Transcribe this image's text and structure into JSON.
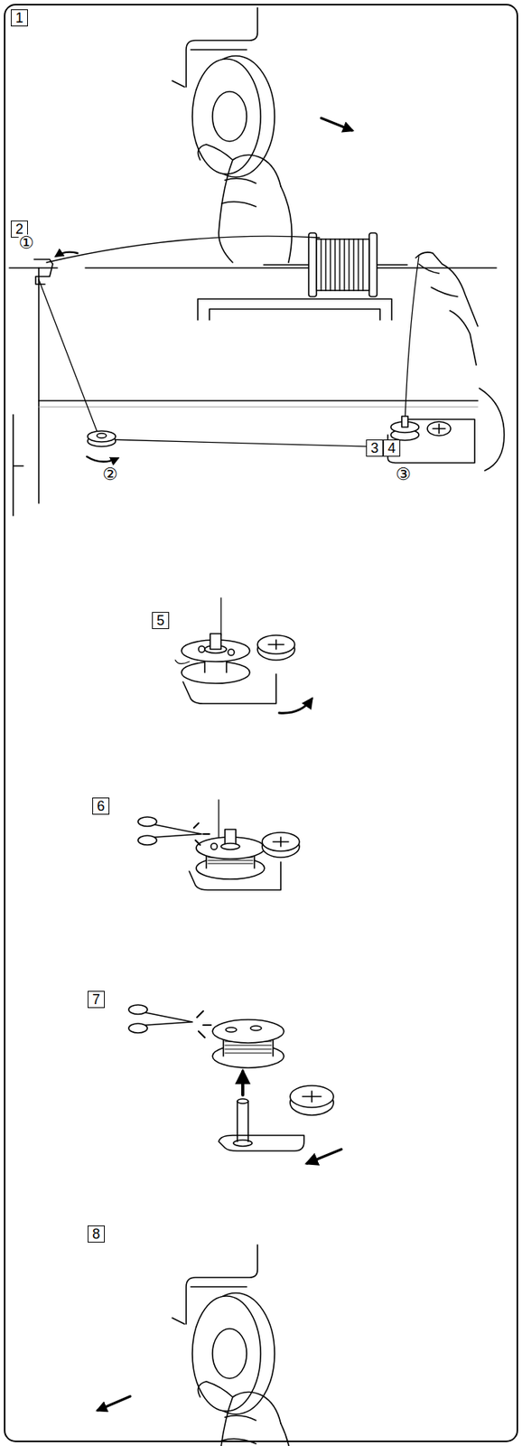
{
  "diagram": {
    "nodes": [
      {
        "text": [
          "1"
        ]
      },
      {
        "text": [
          "2"
        ]
      },
      {
        "text": [
          "3"
        ]
      },
      {
        "text": [
          "4"
        ]
      },
      {
        "text": [
          "5"
        ]
      },
      {
        "text": [
          "6"
        ]
      },
      {
        "text": [
          "7"
        ]
      },
      {
        "text": [
          "8"
        ]
      }
    ],
    "labels": [
      "①",
      "②",
      "③"
    ]
  }
}
